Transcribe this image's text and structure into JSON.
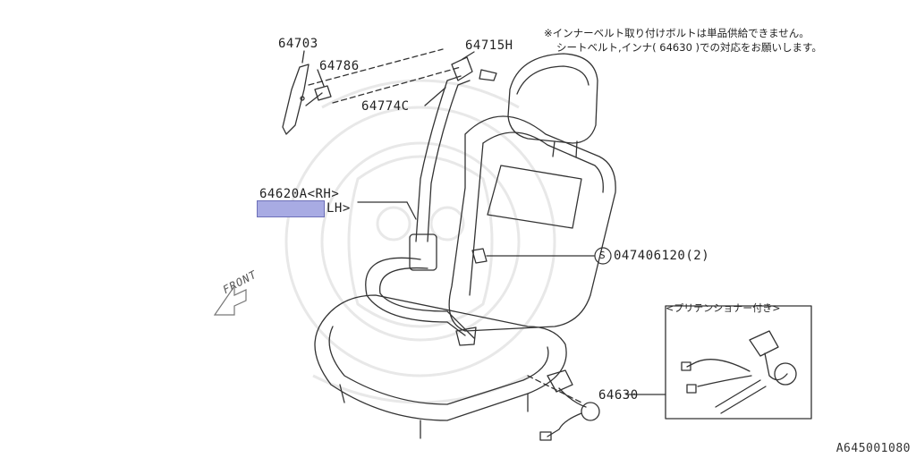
{
  "notes": {
    "line1": "※インナーベルト取り付けボルトは単品供給できません。",
    "line2": "シートベルト,インナ( 64630 )での対応をお願いします。"
  },
  "parts": {
    "p64703": "64703",
    "p64786": "64786",
    "p64715H": "64715H",
    "p64774C": "64774C",
    "p64620A_rh": "64620A<RH>",
    "p64620A_lh": "LH>",
    "bolt": "047406120(2)",
    "bolt_symbol": "S",
    "p64630": "64630"
  },
  "inset": {
    "title": "<プリテンショナー付き>"
  },
  "front_label": "FRONT",
  "diagram_id": "A645001080",
  "colors": {
    "highlight": "#a8abe3",
    "line": "#333333",
    "watermark": "#e6e6e6"
  }
}
